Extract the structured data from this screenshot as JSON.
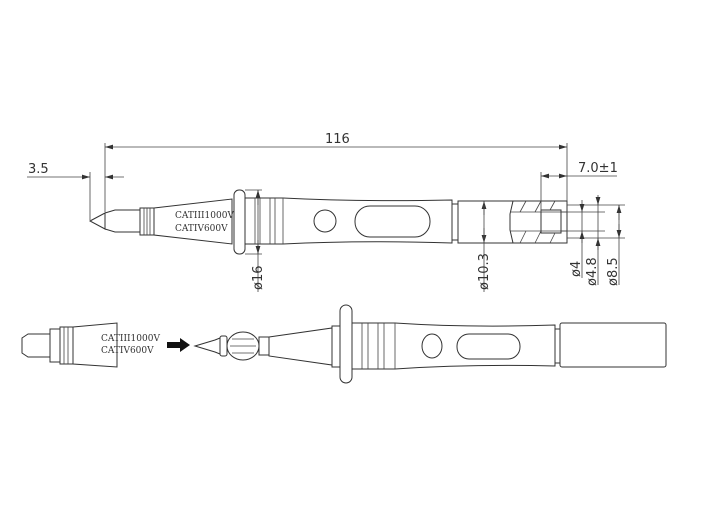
{
  "dimensions": {
    "overall_length": "116",
    "tip_length": "3.5",
    "socket_depth": "7.0±1",
    "guard_diameter": "ø16",
    "body_diameter": "ø10.3",
    "bore_inner": "ø4",
    "bore_outer": "ø4.8",
    "sleeve_diameter": "ø8.5"
  },
  "rating_label": {
    "line1": "CATIII1000V",
    "line2": "CATIV600V"
  },
  "cap_label": {
    "line1": "CATIII1000V",
    "line2": "CATIV600V"
  },
  "colors": {
    "line": "#333333",
    "background": "#ffffff"
  }
}
